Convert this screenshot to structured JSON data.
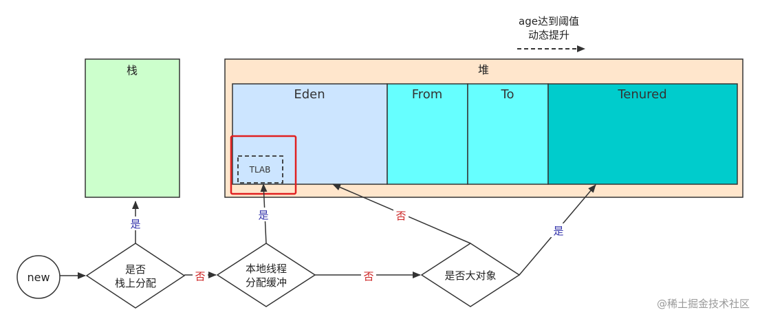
{
  "legend": {
    "line1": "age达到阈值",
    "line2": "动态提升"
  },
  "stack": {
    "title": "栈"
  },
  "heap": {
    "title": "堆",
    "regions": {
      "eden": "Eden",
      "from": "From",
      "to": "To",
      "tenured": "Tenured"
    },
    "tlab": "TLAB"
  },
  "nodes": {
    "start": "new",
    "stack_check": {
      "line1": "是否",
      "line2": "栈上分配"
    },
    "tlab_check": {
      "line1": "本地线程",
      "line2": "分配缓冲"
    },
    "big_check": "是否大对象"
  },
  "edges": {
    "to_stack_yes": "是",
    "to_tlab_yes": "是",
    "to_eden_no": "否",
    "to_tenured_yes": "是",
    "stack_no": "否",
    "tlab_no": "否"
  },
  "watermark": "@稀土掘金技术社区",
  "colors": {
    "stack_fill": "#ccffcc",
    "heap_fill": "#ffe6cc",
    "eden_fill": "#cce5ff",
    "survivor_fill": "#66ffff",
    "tenured_fill": "#00cccc",
    "highlight": "#e02020",
    "yes_label": "#3333aa",
    "no_label": "#cc2222"
  }
}
